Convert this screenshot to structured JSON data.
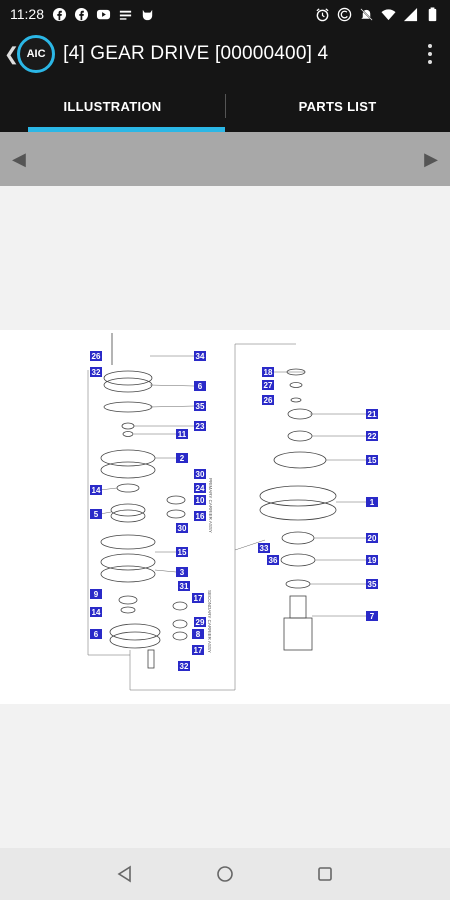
{
  "status_bar": {
    "time": "11:28",
    "left_icons": [
      "facebook-icon",
      "facebook-icon",
      "youtube-icon",
      "messages-icon",
      "cat-icon"
    ],
    "right_icons": [
      "alarm-icon",
      "sync-icon",
      "bell-off-icon",
      "wifi-icon",
      "signal-icon",
      "battery-icon"
    ]
  },
  "app_bar": {
    "logo_text": "AIC",
    "title": "[4] GEAR DRIVE [00000400] 4"
  },
  "tabs": [
    {
      "label": "ILLUSTRATION",
      "active": true
    },
    {
      "label": "PARTS LIST",
      "active": false
    }
  ],
  "pager": {
    "prev": "◀",
    "next": "▶"
  },
  "diagram": {
    "labels_left": [
      "26",
      "32",
      "34",
      "6",
      "35",
      "23",
      "11",
      "2",
      "30",
      "24",
      "14",
      "10",
      "5",
      "16",
      "30",
      "15",
      "3",
      "9",
      "31",
      "17",
      "14",
      "29",
      "6",
      "8",
      "17",
      "32"
    ],
    "labels_right": [
      "18",
      "27",
      "26",
      "21",
      "22",
      "15",
      "1",
      "33",
      "20",
      "36",
      "19",
      "35",
      "7"
    ],
    "captions": [
      "PRIMARY CARRIER ASSY",
      "SECONDARY CARRIER ASSY"
    ]
  },
  "colors": {
    "accent": "#2bb7e6",
    "label_fill": "#2a2ac8",
    "appbar": "#151515"
  }
}
